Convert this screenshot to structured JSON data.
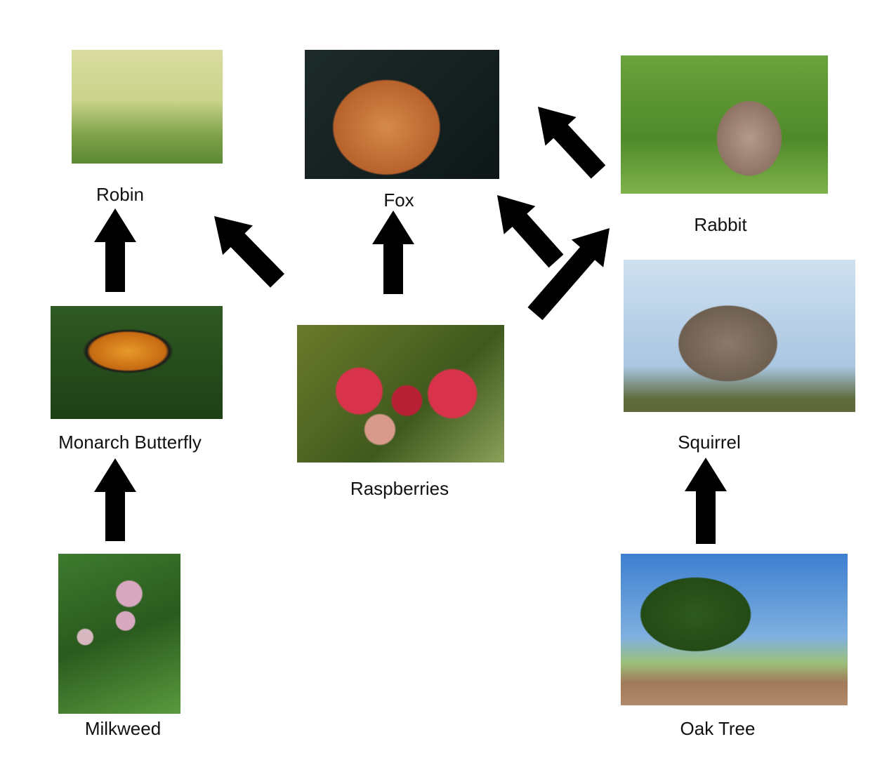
{
  "title": "Food Web",
  "organisms": {
    "robin": "Robin",
    "fox": "Fox",
    "rabbit": "Rabbit",
    "monarch": "Monarch Butterfly",
    "raspberries": "Raspberries",
    "squirrel": "Squirrel",
    "milkweed": "Milkweed",
    "oak": "Oak Tree"
  },
  "relationships": [
    {
      "from": "Monarch Butterfly",
      "to": "Robin"
    },
    {
      "from": "Raspberries",
      "to": "Robin"
    },
    {
      "from": "Raspberries",
      "to": "Fox"
    },
    {
      "from": "Rabbit",
      "to": "Fox"
    },
    {
      "from": "Squirrel",
      "to": "Fox"
    },
    {
      "from": "Raspberries",
      "to": "Rabbit"
    },
    {
      "from": "Milkweed",
      "to": "Monarch Butterfly"
    },
    {
      "from": "Oak Tree",
      "to": "Squirrel"
    }
  ],
  "arrow_color": "#000000"
}
